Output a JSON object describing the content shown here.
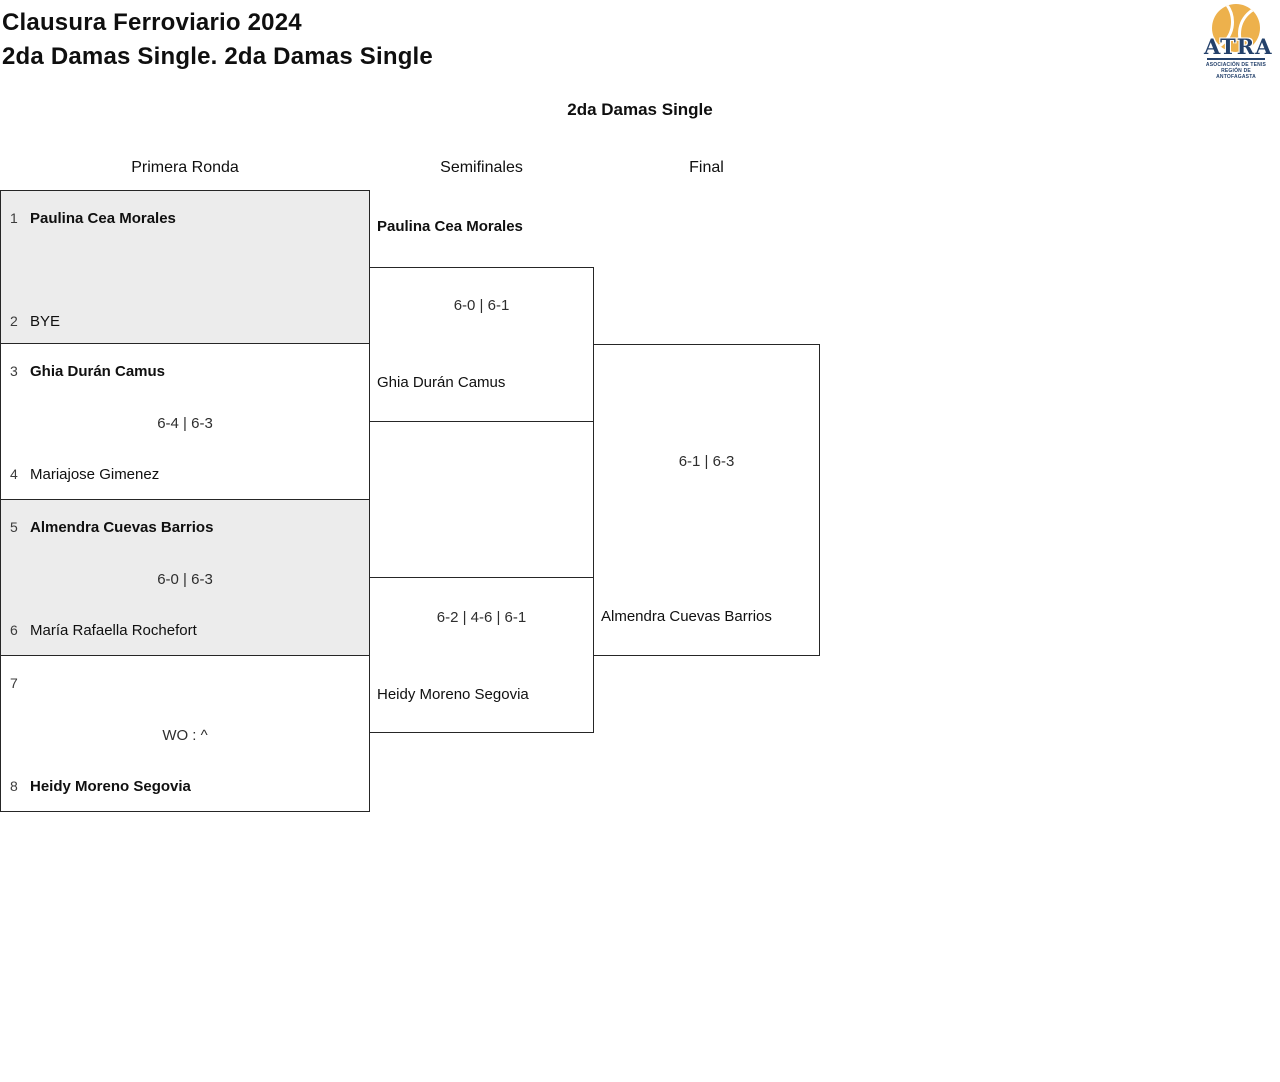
{
  "page": {
    "title_line1": "Clausura Ferroviario 2024",
    "title_line2": "2da Damas Single. 2da Damas Single",
    "bracket_title": "2da Damas Single"
  },
  "logo": {
    "acronym": "ATRA",
    "subtitle_line1": "ASOCIACIÓN DE TENIS",
    "subtitle_line2": "REGIÓN DE ANTOFAGASTA",
    "colors": {
      "navy": "#24416b",
      "gold": "#edb14c"
    }
  },
  "columns": {
    "round1_label": "Primera Ronda",
    "semifinals_label": "Semifinales",
    "final_label": "Final"
  },
  "bracket": {
    "round1": [
      {
        "seed1": "1",
        "player1": "Paulina Cea Morales",
        "score": "",
        "seed2": "2",
        "player2": "BYE"
      },
      {
        "seed1": "3",
        "player1": "Ghia Durán Camus",
        "score": "6-4 | 6-3",
        "seed2": "4",
        "player2": "Mariajose Gimenez"
      },
      {
        "seed1": "5",
        "player1": "Almendra Cuevas Barrios",
        "score": "6-0 | 6-3",
        "seed2": "6",
        "player2": "María Rafaella Rochefort"
      },
      {
        "seed1": "7",
        "player1": "",
        "score": "WO : ^",
        "seed2": "8",
        "player2": "Heidy Moreno Segovia"
      }
    ],
    "semifinals": [
      {
        "player1": "Paulina Cea Morales",
        "score": "6-0 | 6-1",
        "player2": "Ghia Durán Camus"
      },
      {
        "player1": "",
        "score": "6-2 | 4-6 | 6-1",
        "player2": "Heidy Moreno Segovia"
      }
    ],
    "final": {
      "player1": "",
      "score": "6-1 | 6-3",
      "player2": "Almendra Cuevas Barrios"
    }
  }
}
